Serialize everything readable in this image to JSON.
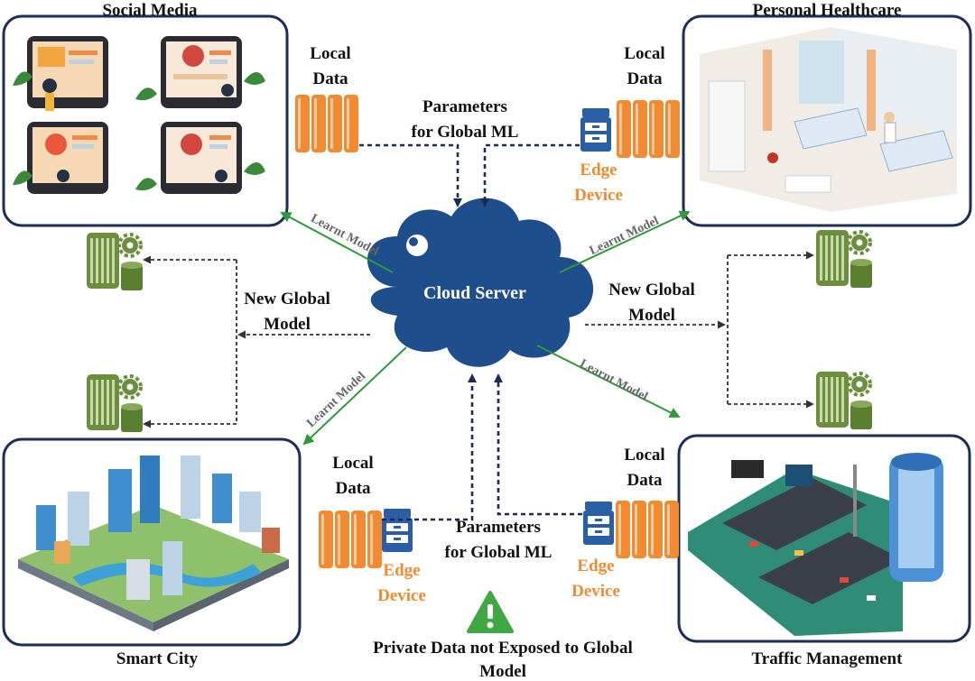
{
  "panels": {
    "social_media": "Social Media",
    "personal_healthcare": "Personal Healthcare",
    "smart_city": "Smart City",
    "traffic_management": "Traffic Management"
  },
  "cloud": {
    "label": "Cloud Server"
  },
  "local_data": {
    "line1": "Local",
    "line2": "Data"
  },
  "parameters": {
    "line1": "Parameters",
    "line2": "for Global ML"
  },
  "edge_device": {
    "line1": "Edge",
    "line2": "Device"
  },
  "new_global_model": {
    "line1": "New Global",
    "line2": "Model"
  },
  "learnt_model": "Learnt Model",
  "warning": {
    "line1": "Private Data not Exposed to Global",
    "line2": "Model"
  },
  "colors": {
    "frame": "#1c2d5a",
    "cloud": "#1f4e8c",
    "dashed_arrow": "#1a2c55",
    "learnt_arrow": "#2e9a3a",
    "orange": "#f28a30",
    "server_green": "#6c8f3e",
    "warning_green": "#3fa843"
  },
  "icons": [
    "server-rack-orange-icon",
    "edge-device-icon",
    "green-server-gear-icon",
    "warning-triangle-icon",
    "cloud-icon"
  ]
}
